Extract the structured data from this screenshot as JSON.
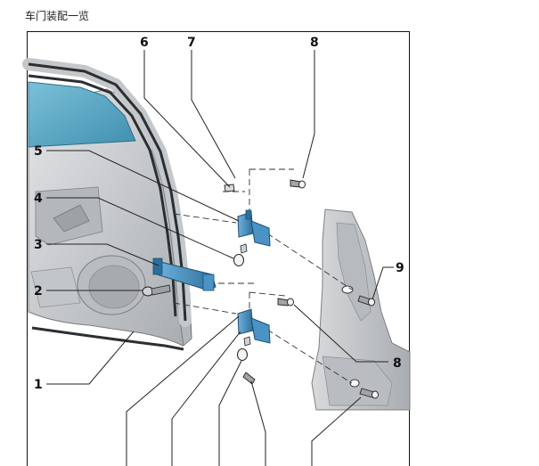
{
  "title": "车门装配一览",
  "callouts": {
    "c1": "1",
    "c2": "2",
    "c3": "3",
    "c4": "4",
    "c5": "5",
    "c6": "6",
    "c7": "7",
    "c8a": "8",
    "c8b": "8",
    "c9": "9"
  },
  "colors": {
    "door_fill": "#c9cccf",
    "door_dark": "#8e9296",
    "glass": "#56a7c6",
    "seal": "#2b2f33",
    "hinge": "#3f8ac1",
    "pillar_fill": "#c6c9cc",
    "line": "#222222"
  },
  "icons": [
    "bolt-icon",
    "nut-icon",
    "hinge-icon",
    "door-check-strap-icon"
  ]
}
